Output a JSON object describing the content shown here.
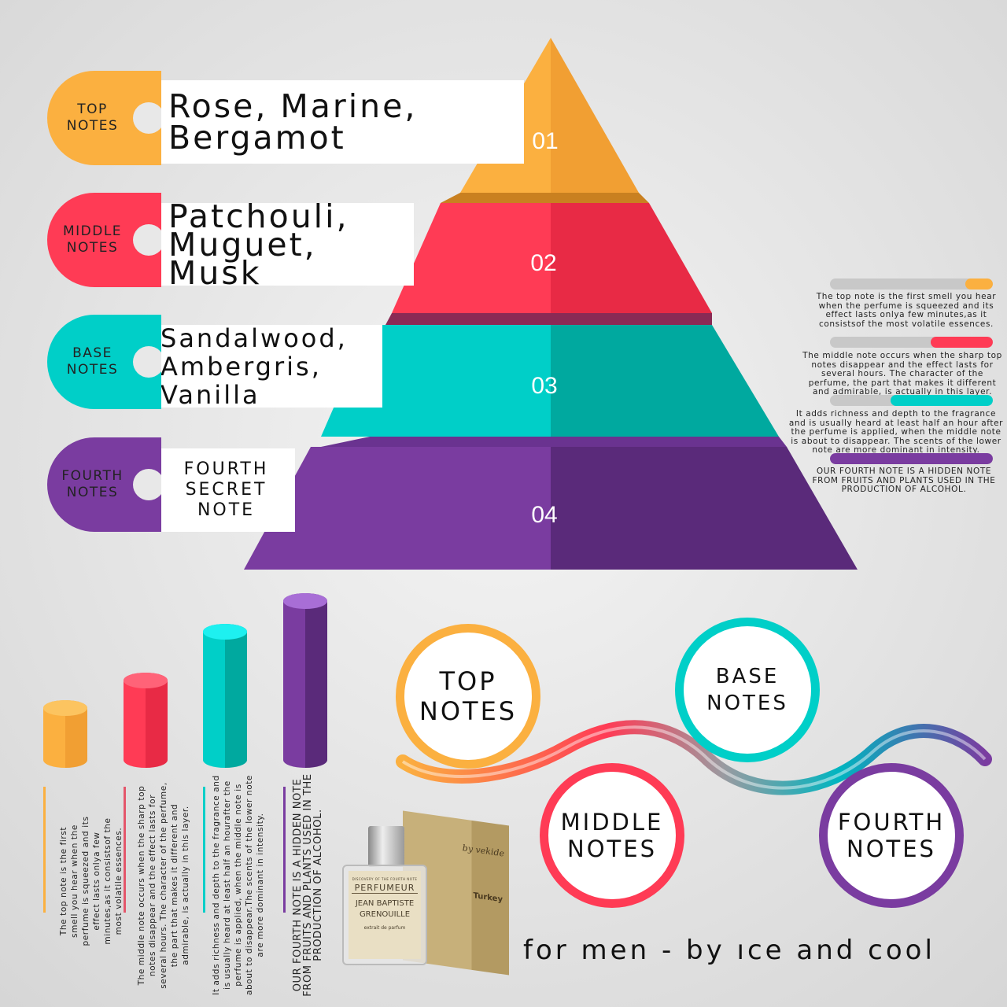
{
  "colors": {
    "top": "#FBB040",
    "middle": "#FF3B55",
    "base": "#00CFC8",
    "fourth": "#7A3CA0"
  },
  "tiers": [
    {
      "badge": "TOP\nNOTES",
      "notes": "Rose, Marine,\nBergamot",
      "number": "01"
    },
    {
      "badge": "MIDDLE\nNOTES",
      "notes": "Patchouli,\nMuguet,\nMusk",
      "number": "02"
    },
    {
      "badge": "BASE\nNOTES",
      "notes": "Sandalwood,\nAmbergris,\nVanilla",
      "number": "03"
    },
    {
      "badge": "FOURTH\nNOTES",
      "notes": "FOURTH\nSECRET\nNOTE",
      "number": "04"
    }
  ],
  "descriptions": [
    {
      "text": "The top note is the first smell you hear when the perfume is squeezed and its effect lasts onlya few minutes,as it consistsof the most volatile essences.",
      "level": 0.17
    },
    {
      "text": "The middle note occurs when the sharp top notes disappear and the effect lasts for several hours. The character of the perfume, the part that makes it different and admirable, is actually in this layer.",
      "level": 0.38
    },
    {
      "text": "It adds richness and depth to the fragrance and is usually heard at least half an hour after the perfume is applied, when the middle note is about to disappear. The scents of the lower note are more dominant in intensity.",
      "level": 0.63
    },
    {
      "text": "OUR FOURTH NOTE IS A HIDDEN NOTE FROM FRUITS AND PLANTS USED IN THE PRODUCTION OF ALCOHOL.",
      "level": 1.0
    }
  ],
  "vertical_descriptions": [
    "The top note is the first smell you hear when the perfume is squeezed and its effect lasts onlya few minutes,as it consistsof the most volatile essences.",
    "The middle note occurs when the sharp top notes disappear and the effect lasts for several hours. The character of the perfume, the part that makes it different and admirable, is actually in this layer.",
    "It adds richness and depth to the fragrance and is usually heard at least half an hourafter the perfume is applied, when the middle note is about to disappear.The scents of the lower note are more dominant in intensity.",
    "OUR FOURTH NOTE IS A HIDDEN NOTE FROM FRUITS AND PLANTS USED IN THE PRODUCTION OF ALCOHOL."
  ],
  "circles": {
    "top": "TOP\nNOTES",
    "base": "BASE\nNOTES",
    "middle": "MIDDLE\nNOTES",
    "fourth": "FOURTH\nNOTES"
  },
  "product": {
    "line1": "DISCOVERY OF THE FOURTH NOTE",
    "brand": "PERFUMEUR",
    "name": "JEAN BAPTISTE\nGRENOUILLE",
    "type": "extrait de parfum",
    "box_sign": "by vekide",
    "origin": "Turkey"
  },
  "tagline": "for men - by ıce and cool"
}
